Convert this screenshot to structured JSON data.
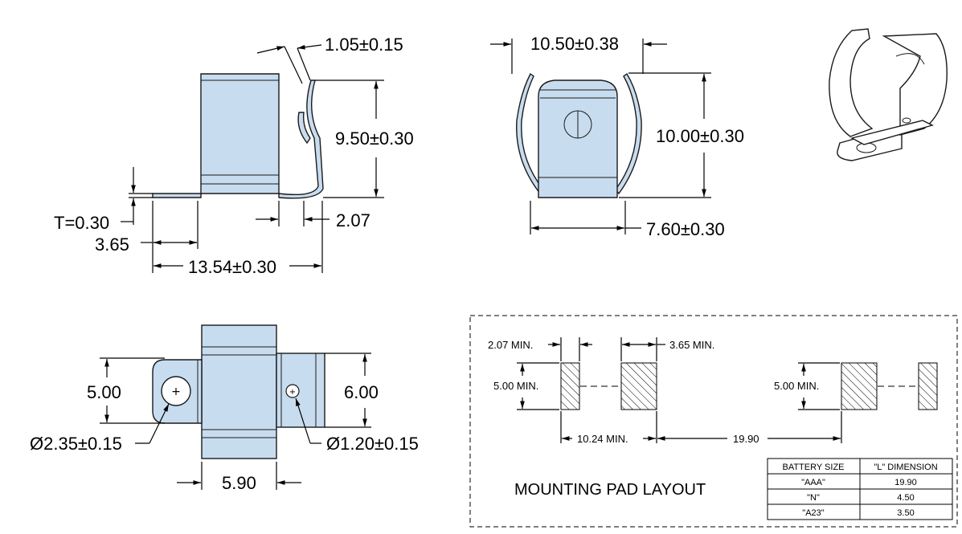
{
  "side_view": {
    "thickness_top": "1.05±0.15",
    "height": "9.50±0.30",
    "thickness": "T=0.30",
    "offset": "3.65",
    "gap": "2.07",
    "length": "13.54±0.30"
  },
  "front_view": {
    "width_top": "10.50±0.38",
    "height": "10.00±0.30",
    "width_bottom": "7.60±0.30"
  },
  "top_view": {
    "left_height": "5.00",
    "right_height": "6.00",
    "hole_large": "Ø2.35±0.15",
    "hole_small": "Ø1.20±0.15",
    "width": "5.90"
  },
  "pad_layout": {
    "title": "MOUNTING PAD LAYOUT",
    "pad_width": "2.07 MIN.",
    "pad_gap": "3.65 MIN.",
    "pad_height_left": "5.00 MIN.",
    "pad_height_right": "5.00 MIN.",
    "span_min": "10.24 MIN.",
    "span": "19.90",
    "table": {
      "headers": [
        "BATTERY SIZE",
        "\"L\" DIMENSION"
      ],
      "rows": [
        [
          "\"AAA\"",
          "19.90"
        ],
        [
          "\"N\"",
          "4.50"
        ],
        [
          "\"A23\"",
          "3.50"
        ]
      ]
    }
  }
}
